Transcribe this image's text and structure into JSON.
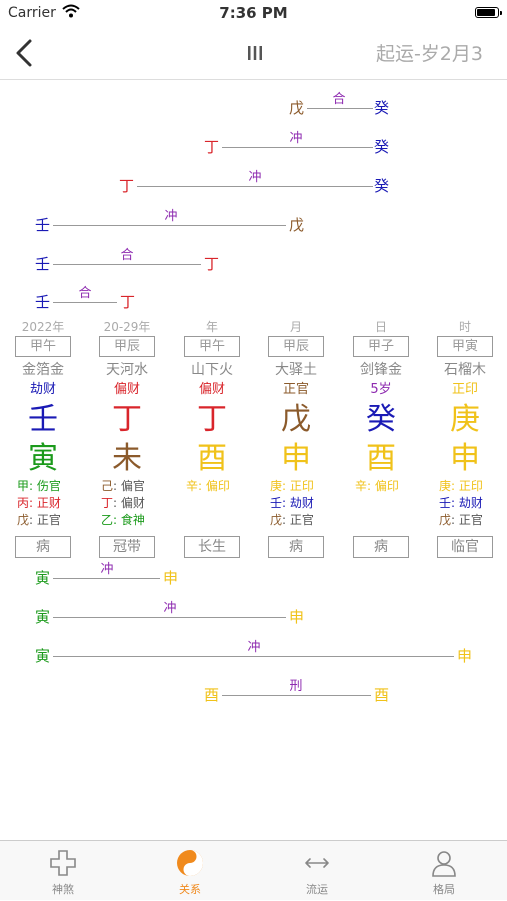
{
  "status_bar": {
    "carrier": "Carrier",
    "time": "7:36 PM"
  },
  "nav": {
    "title": "起运-岁2月3"
  },
  "colors": {
    "wood": "#1b9a1b",
    "fire": "#d9252b",
    "earth": "#8b5a2b",
    "metal": "#f0c21a",
    "water": "#1a1ab5",
    "relation_label": "#8e2bb0",
    "line": "#999999",
    "active_tab": "#f08a1d"
  },
  "stem_relations": [
    {
      "from": "戊",
      "to": "癸",
      "label": "合"
    },
    {
      "from": "丁",
      "to": "癸",
      "label": "冲"
    },
    {
      "from": "丁",
      "to": "癸",
      "label": "冲"
    },
    {
      "from": "壬",
      "to": "戊",
      "label": "冲"
    },
    {
      "from": "壬",
      "to": "丁",
      "label": "合"
    },
    {
      "from": "壬",
      "to": "丁",
      "label": "合"
    }
  ],
  "pillars": [
    {
      "header": "2022年",
      "box": "甲午",
      "nayin": "金箔金",
      "god": "劫财",
      "stem": "壬",
      "branch": "寅",
      "hidden": [
        {
          "stem": "甲",
          "sep": ": ",
          "god": "伤官"
        },
        {
          "stem": "丙",
          "sep": ": ",
          "god": "正财"
        },
        {
          "stem": "戊",
          "sep": ": ",
          "god": "正官"
        }
      ],
      "stage": "病"
    },
    {
      "header": "20-29年",
      "box": "甲辰",
      "nayin": "天河水",
      "god": "偏财",
      "stem": "丁",
      "branch": "未",
      "hidden": [
        {
          "stem": "己",
          "sep": ": ",
          "god": "偏官"
        },
        {
          "stem": "丁",
          "sep": ": ",
          "god": "偏财"
        },
        {
          "stem": "乙",
          "sep": ": ",
          "god": "食神"
        }
      ],
      "stage": "冠带"
    },
    {
      "header": "年",
      "box": "甲午",
      "nayin": "山下火",
      "god": "偏财",
      "stem": "丁",
      "branch": "酉",
      "hidden": [
        {
          "stem": "辛",
          "sep": ": ",
          "god": "偏印"
        }
      ],
      "stage": "长生"
    },
    {
      "header": "月",
      "box": "甲辰",
      "nayin": "大驿土",
      "god": "正官",
      "stem": "戊",
      "branch": "申",
      "hidden": [
        {
          "stem": "庚",
          "sep": ": ",
          "god": "正印"
        },
        {
          "stem": "壬",
          "sep": ": ",
          "god": "劫财"
        },
        {
          "stem": "戊",
          "sep": ": ",
          "god": "正官"
        }
      ],
      "stage": "病"
    },
    {
      "header": "日",
      "box": "甲子",
      "nayin": "剑锋金",
      "god": "5岁",
      "stem": "癸",
      "branch": "酉",
      "hidden": [
        {
          "stem": "辛",
          "sep": ": ",
          "god": "偏印"
        }
      ],
      "stage": "病"
    },
    {
      "header": "时",
      "box": "甲寅",
      "nayin": "石榴木",
      "god": "正印",
      "stem": "庚",
      "branch": "申",
      "hidden": [
        {
          "stem": "庚",
          "sep": ": ",
          "god": "正印"
        },
        {
          "stem": "壬",
          "sep": ": ",
          "god": "劫财"
        },
        {
          "stem": "戊",
          "sep": ": ",
          "god": "正官"
        }
      ],
      "stage": "临官"
    }
  ],
  "branch_relations": [
    {
      "from": "寅",
      "to": "申",
      "label": "冲"
    },
    {
      "from": "寅",
      "to": "申",
      "label": "冲"
    },
    {
      "from": "寅",
      "to": "申",
      "label": "冲"
    },
    {
      "from": "酉",
      "to": "酉",
      "label": "刑"
    }
  ],
  "tabs": [
    {
      "label": "神煞",
      "icon": "cross-icon"
    },
    {
      "label": "关系",
      "icon": "yin-yang-icon",
      "active": true
    },
    {
      "label": "流运",
      "icon": "arrows-icon"
    },
    {
      "label": "格局",
      "icon": "person-icon"
    }
  ]
}
